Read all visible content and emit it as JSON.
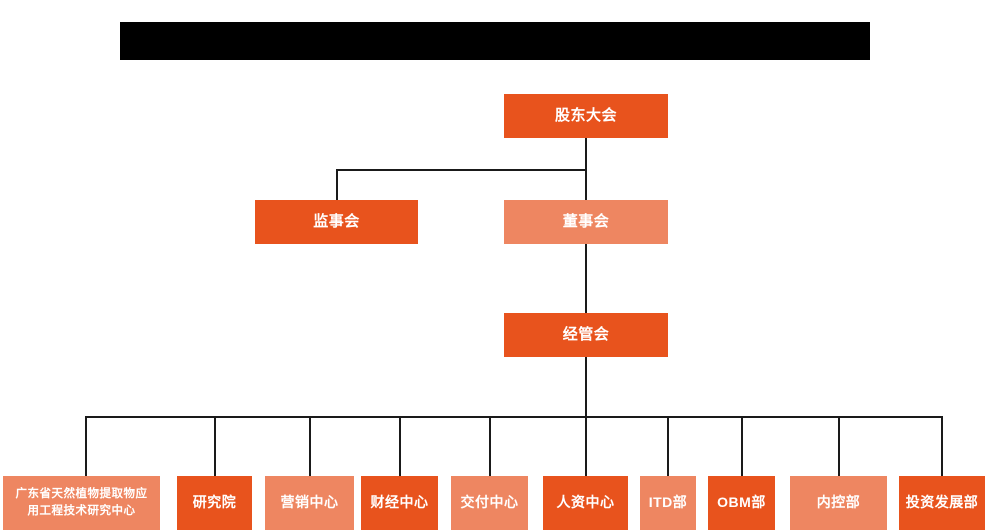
{
  "diagram": {
    "title_bar": {
      "name": "redacted-title-bar",
      "text": ""
    },
    "type": "organization-chart",
    "colors": {
      "accent_dark": "#E8531D",
      "accent_light": "#EE8661",
      "connector": "#1a1a1a",
      "background": "#FFFFFF",
      "redaction": "#000000",
      "label_text": "#FFFFFF"
    },
    "levels": [
      {
        "level": 1,
        "nodes": [
          {
            "id": "shareholders",
            "label": "股东大会",
            "shade": "dark"
          }
        ]
      },
      {
        "level": 2,
        "nodes": [
          {
            "id": "supervisors",
            "label": "监事会",
            "shade": "dark"
          },
          {
            "id": "directors",
            "label": "董事会",
            "shade": "light"
          }
        ]
      },
      {
        "level": 3,
        "nodes": [
          {
            "id": "management",
            "label": "经管会",
            "shade": "dark"
          }
        ]
      },
      {
        "level": 4,
        "nodes": [
          {
            "id": "research-center",
            "label": "广东省天然植物提取物应用工程技术研究中心",
            "label_line1": "广东省天然植物提取物应",
            "label_line2": "用工程技术研究中心",
            "shade": "light"
          },
          {
            "id": "institute",
            "label": "研究院",
            "shade": "dark"
          },
          {
            "id": "marketing-center",
            "label": "营销中心",
            "shade": "light"
          },
          {
            "id": "finance-center",
            "label": "财经中心",
            "shade": "dark"
          },
          {
            "id": "delivery-center",
            "label": "交付中心",
            "shade": "light"
          },
          {
            "id": "hr-center",
            "label": "人资中心",
            "shade": "dark"
          },
          {
            "id": "itd-dept",
            "label": "ITD部",
            "shade": "light"
          },
          {
            "id": "obm-dept",
            "label": "OBM部",
            "shade": "dark"
          },
          {
            "id": "internal-control-dept",
            "label": "内控部",
            "shade": "light"
          },
          {
            "id": "investment-development-dept",
            "label": "投资发展部",
            "shade": "dark"
          }
        ]
      }
    ]
  }
}
